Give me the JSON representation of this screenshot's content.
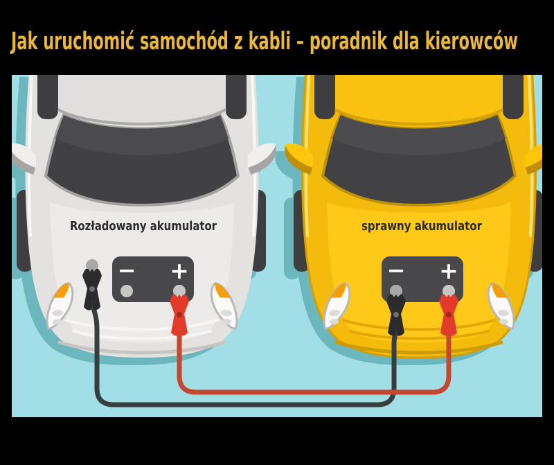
{
  "header": {
    "title": "Jak uruchomić samochód z kabli – poradnik dla kierowców"
  },
  "scene": {
    "left_car_label": "Rozładowany akumulator",
    "right_car_label": "sprawny akumulator",
    "battery_minus": "−",
    "battery_plus": "+"
  },
  "colors": {
    "page_background": "#000000",
    "title_text": "#E9B73B",
    "scene_background": "#A2DEE5",
    "car_shadow": "#6CB6BE",
    "gray_car_body": "#E3E2E0",
    "gray_car_hood": "#ECEBE9",
    "yellow_car_body": "#F5BB0C",
    "yellow_car_hood": "#FFC91A",
    "glass_dark": "#414143",
    "battery": "#48484A",
    "battery_terminal": "#C7C6C4",
    "negative_cable": "#373E40",
    "positive_cable": "#C4472E",
    "negative_clamp": "#2B2B2D",
    "positive_clamp": "#E23B2B",
    "label_text": "#2B2B2D"
  }
}
